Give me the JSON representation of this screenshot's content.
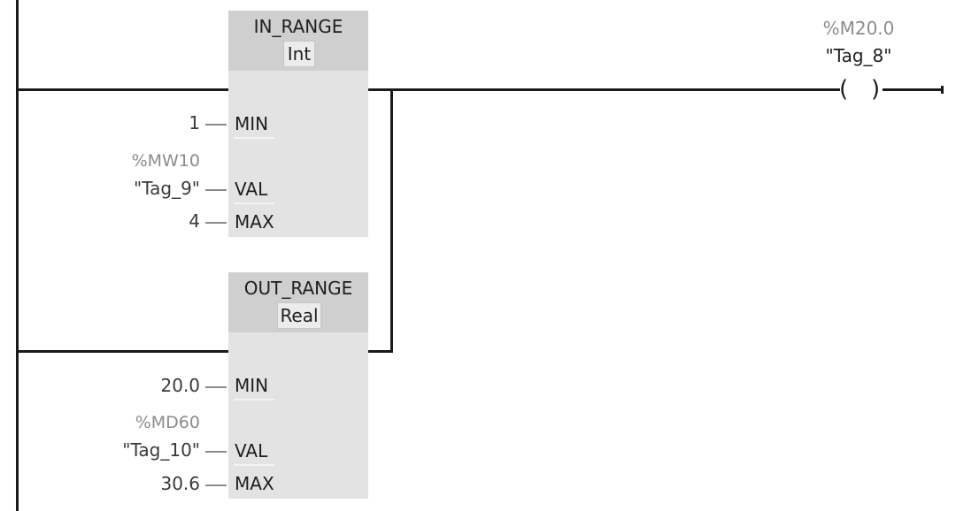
{
  "in_range": {
    "title": "IN_RANGE",
    "type": "Int",
    "pins": {
      "min": "MIN",
      "val": "VAL",
      "max": "MAX"
    },
    "params": {
      "min": "1",
      "val_address": "%MW10",
      "val_tag": "\"Tag_9\"",
      "max": "4"
    }
  },
  "out_range": {
    "title": "OUT_RANGE",
    "type": "Real",
    "pins": {
      "min": "MIN",
      "val": "VAL",
      "max": "MAX"
    },
    "params": {
      "min": "20.0",
      "val_address": "%MD60",
      "val_tag": "\"Tag_10\"",
      "max": "30.6"
    }
  },
  "coil": {
    "address": "%M20.0",
    "tag": "\"Tag_8\"",
    "open_paren": "(",
    "close_paren": ")"
  },
  "colors": {
    "wire": "#1a1a1a",
    "param_wire": "#8a8a8a",
    "box_body": "#e3e3e3",
    "box_header": "#cfcfcf",
    "address_text": "#8c8c8c"
  }
}
